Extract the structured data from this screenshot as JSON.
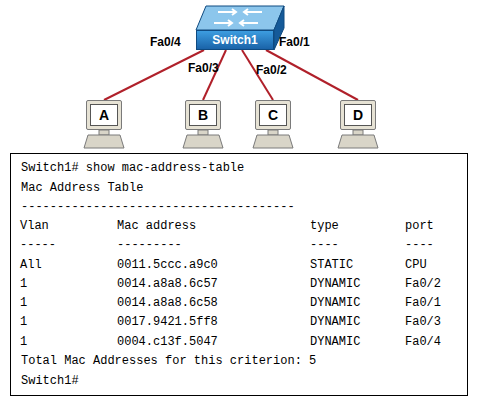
{
  "diagram": {
    "nodes": [
      {
        "text": [
          "Switch1"
        ]
      },
      {
        "text": [
          "A"
        ]
      },
      {
        "text": [
          "B"
        ]
      },
      {
        "text": [
          "C"
        ]
      },
      {
        "text": [
          "D"
        ]
      },
      {
        "text": [
          "Switch1# show mac-address-table",
          "Mac Address Table",
          "--------------------------------------",
          "Total Mac Addresses for this criterion: 5",
          "Switch1#"
        ]
      }
    ],
    "edges": [
      {
        "from": 0,
        "to": 1,
        "arrow": "none",
        "label": "Fa0/4"
      },
      {
        "from": 0,
        "to": 2,
        "arrow": "none",
        "label": "Fa0/3"
      },
      {
        "from": 0,
        "to": 3,
        "arrow": "none",
        "label": "Fa0/2"
      },
      {
        "from": 0,
        "to": 4,
        "arrow": "none",
        "label": "Fa0/1"
      }
    ],
    "labels": [
      "Vlan",
      "Mac address",
      "type",
      "port",
      "-----",
      "---------",
      "----",
      "----",
      "All",
      "0011.5ccc.a9c0",
      "STATIC",
      "CPU",
      "1",
      "0014.a8a8.6c57",
      "DYNAMIC",
      "Fa0/2",
      "1",
      "0014.a8a8.6c58",
      "DYNAMIC",
      "Fa0/1",
      "1",
      "0017.9421.5ff8",
      "DYNAMIC",
      "Fa0/3",
      "1",
      "0004.c13f.5047",
      "DYNAMIC",
      "Fa0/4"
    ]
  }
}
